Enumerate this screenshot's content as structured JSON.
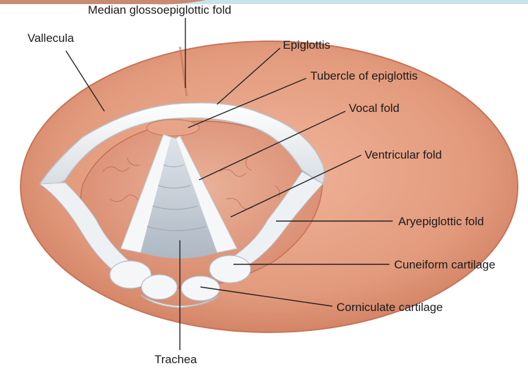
{
  "colors": {
    "background": "#ffffff",
    "mucosa": "#e29a7c",
    "mucosa_dark": "#c87458",
    "cartilage": "#eef1f4",
    "cartilage_shadow": "#b9c2cc",
    "leader_line": "#222222",
    "top_band": "#c9e2ec"
  },
  "labels": {
    "median_glossoepiglottic_fold": "Median glossoepiglottic fold",
    "vallecula": "Vallecula",
    "epiglottis": "Epiglottis",
    "tubercle_of_epiglottis": "Tubercle of epiglottis",
    "vocal_fold": "Vocal fold",
    "ventricular_fold": "Ventricular fold",
    "aryepiglottic_fold": "Aryepiglottic fold",
    "cuneiform_cartilage": "Cuneiform cartilage",
    "corniculate_cartilage": "Corniculate cartilage",
    "trachea": "Trachea"
  }
}
